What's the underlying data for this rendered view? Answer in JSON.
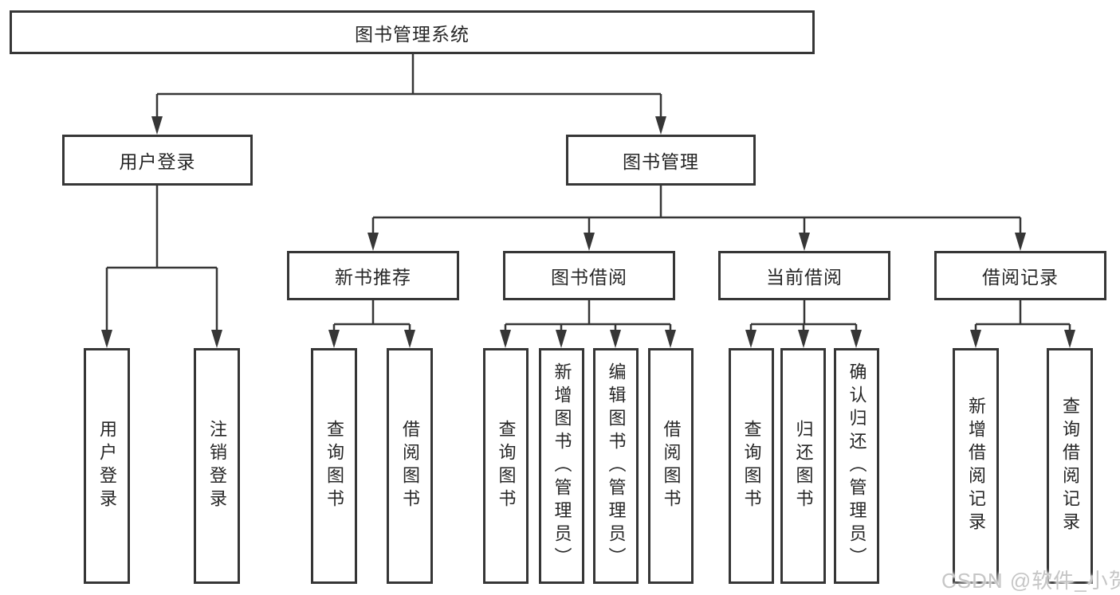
{
  "colors": {
    "line": "#363636",
    "box_border": "#363636",
    "text": "#262626",
    "background": "#ffffff",
    "watermark": "#c6c6c6"
  },
  "watermark": {
    "text": "CSDN @软件_小贺同学"
  },
  "tree": {
    "label": "图书管理系统",
    "children": [
      {
        "label": "用户登录",
        "children": [
          {
            "label": "用户登录"
          },
          {
            "label": "注销登录"
          }
        ]
      },
      {
        "label": "图书管理",
        "children": [
          {
            "label": "新书推荐",
            "children": [
              {
                "label": "查询图书"
              },
              {
                "label": "借阅图书"
              }
            ]
          },
          {
            "label": "图书借阅",
            "children": [
              {
                "label": "查询图书"
              },
              {
                "label": "新增图书（管理员）"
              },
              {
                "label": "编辑图书（管理员）"
              },
              {
                "label": "借阅图书"
              }
            ]
          },
          {
            "label": "当前借阅",
            "children": [
              {
                "label": "查询图书"
              },
              {
                "label": "归还图书"
              },
              {
                "label": "确认归还（管理员）"
              }
            ]
          },
          {
            "label": "借阅记录",
            "children": [
              {
                "label": "新增借阅记录"
              },
              {
                "label": "查询借阅记录"
              }
            ]
          }
        ]
      }
    ]
  }
}
